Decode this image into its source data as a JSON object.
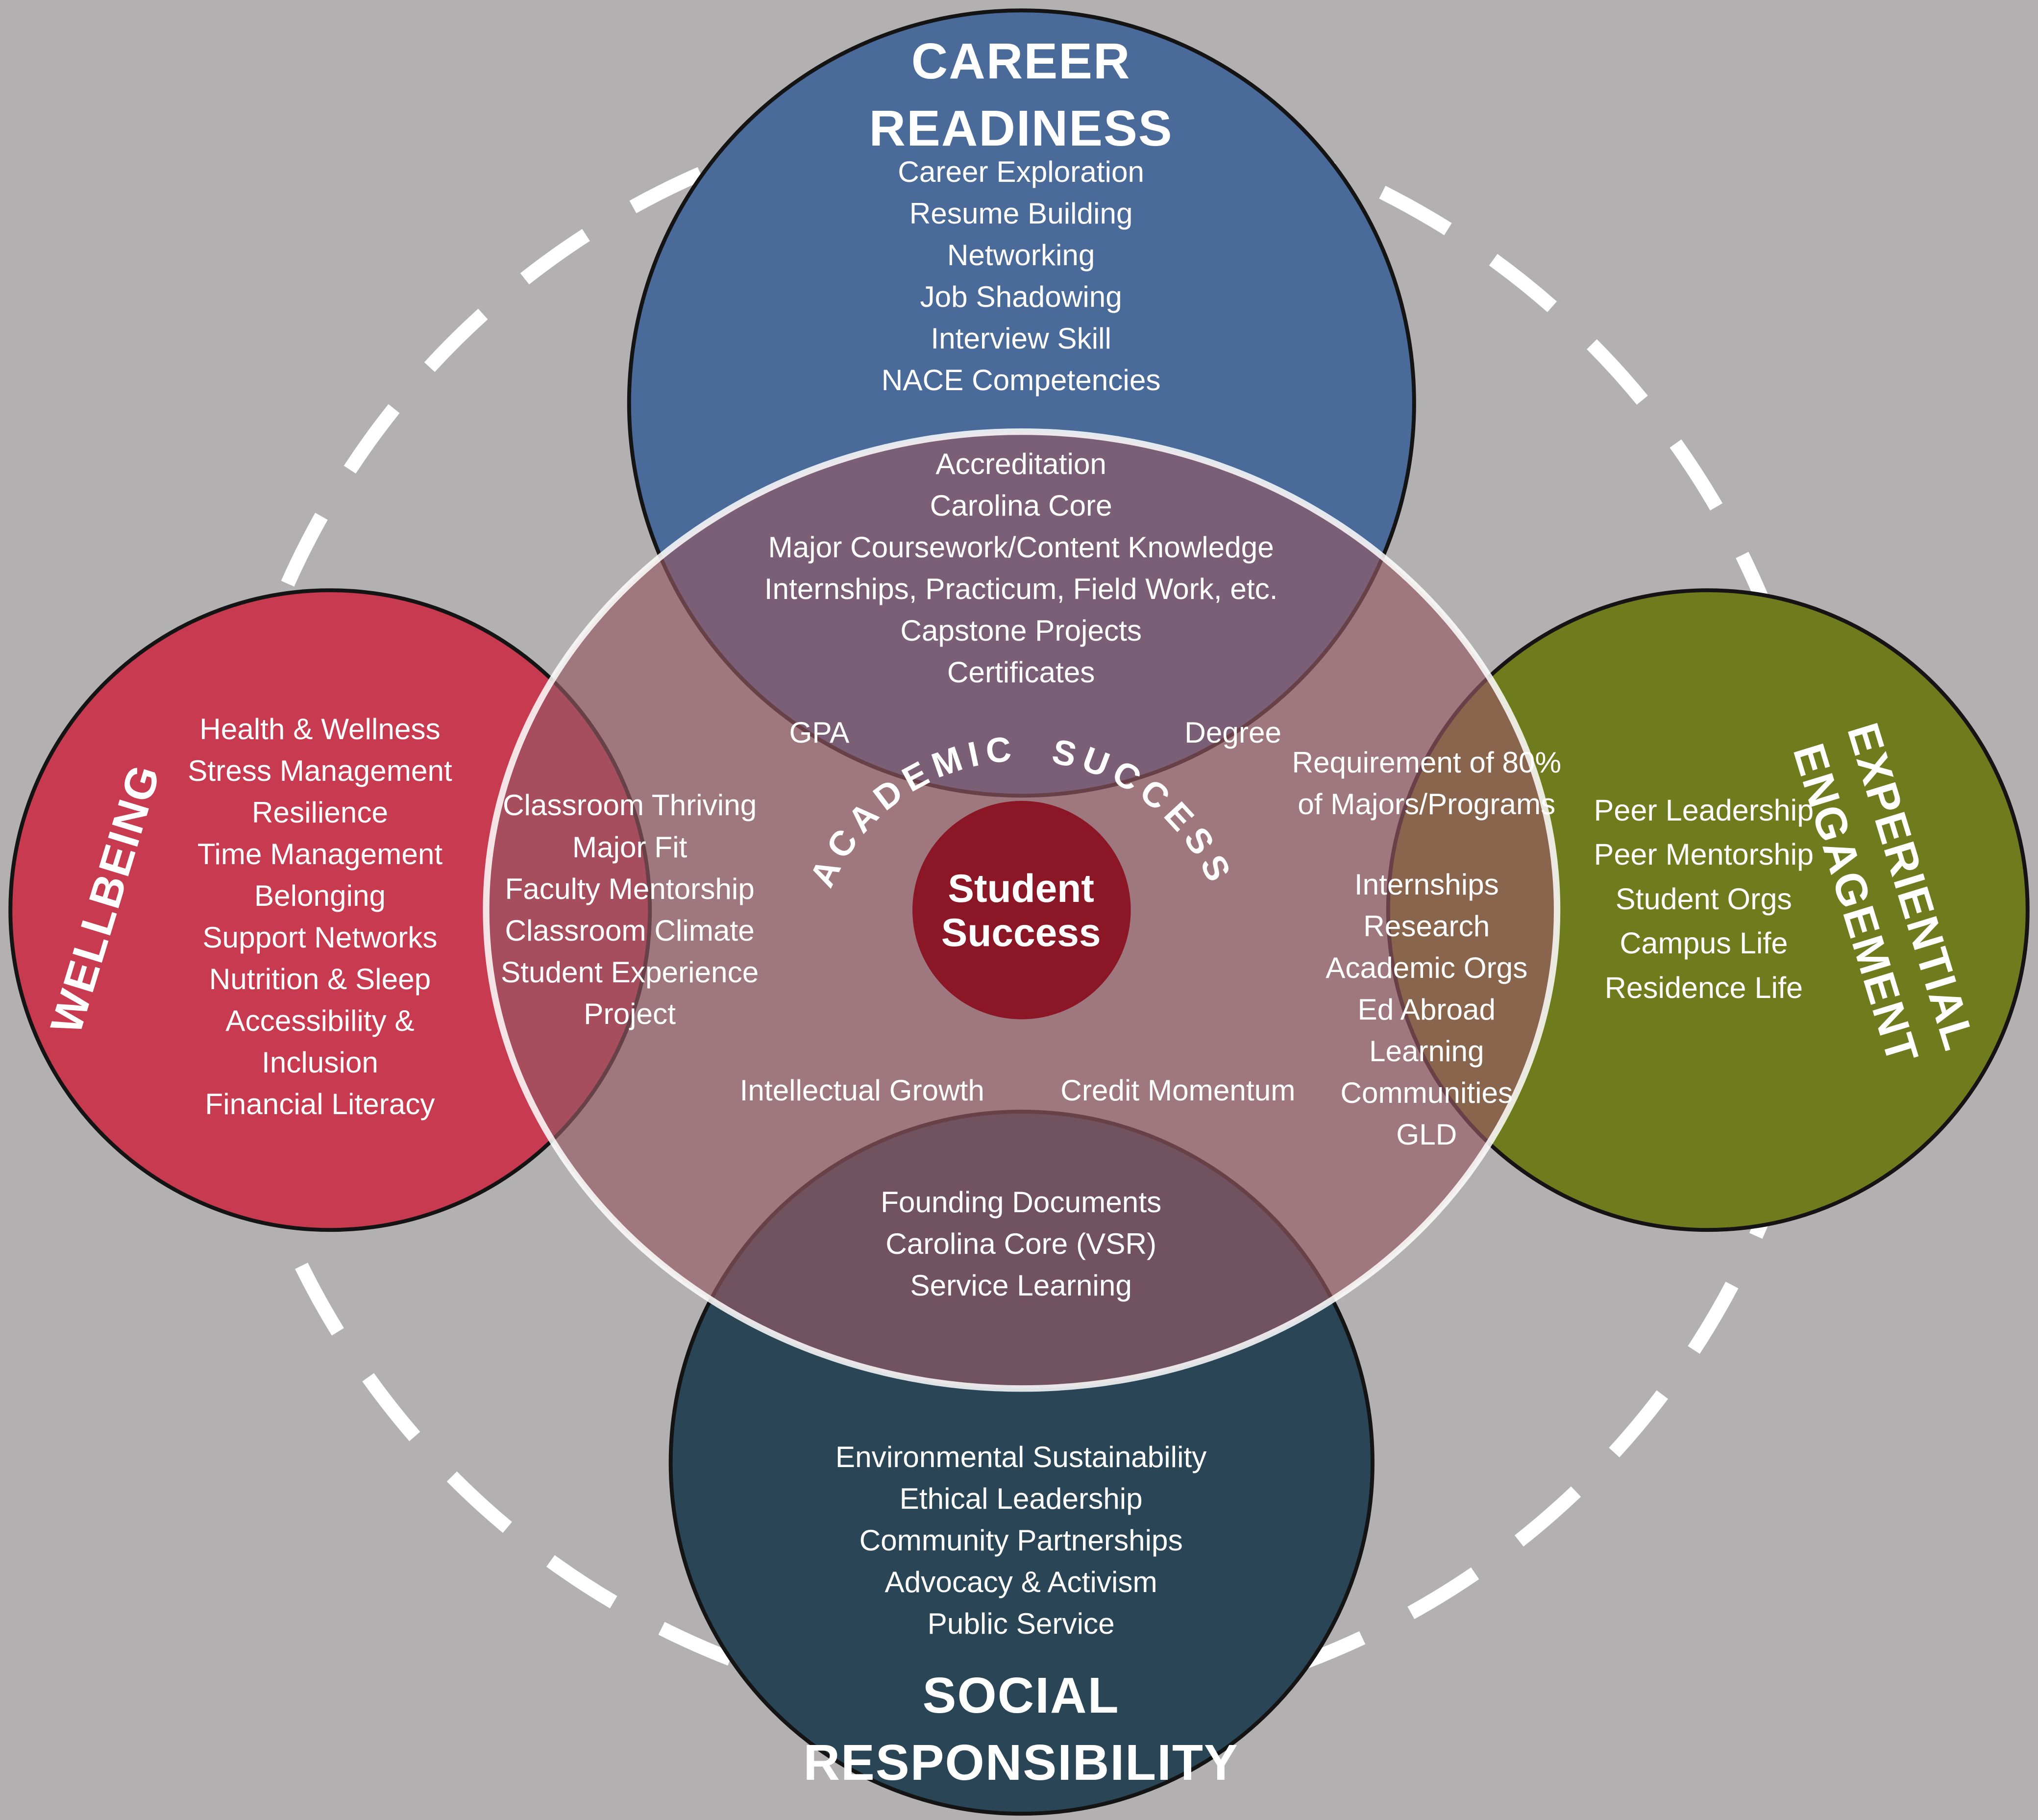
{
  "bg_color": "#b2b0b0",
  "palette": {
    "career_blue": "#4a6a99",
    "wellbeing_red": "#c73a50",
    "experiential_green": "#6f7c1e",
    "social_teal": "#2a4656",
    "academic_mauve": "rgba(148,90,100,0.66)",
    "student_garnet": "#8b1626",
    "dash_white": "#ffffff"
  },
  "career": {
    "title": [
      "CAREER",
      "READINESS"
    ],
    "items": [
      "Career Exploration",
      "Resume Building",
      "Networking",
      "Job Shadowing",
      "Interview Skill",
      "NACE Competencies"
    ]
  },
  "career_academic_overlap": {
    "items": [
      "Accreditation",
      "Carolina Core",
      "Major Coursework/Content Knowledge",
      "Internships, Practicum, Field Work, etc.",
      "Capstone Projects",
      "Certificates"
    ]
  },
  "wellbeing": {
    "title": "WELLBEING",
    "items": [
      "Health & Wellness",
      "Stress Management",
      "Resilience",
      "Time Management",
      "Belonging",
      "Support Networks",
      "Nutrition & Sleep",
      "Accessibility &",
      "Inclusion",
      "Financial Literacy"
    ]
  },
  "wellbeing_academic_overlap": {
    "items": [
      "Classroom Thriving",
      "Major Fit",
      "Faculty Mentorship",
      "Classroom Climate",
      "Student Experience",
      "Project"
    ]
  },
  "experiential": {
    "title": [
      "EXPERIENTIAL",
      "ENGAGEMENT"
    ],
    "items": [
      "Peer Leadership",
      "Peer Mentorship",
      "Student Orgs",
      "Campus Life",
      "Residence Life"
    ]
  },
  "experiential_academic_overlap": {
    "requirement": [
      "Requirement of 80%",
      "of Majors/Programs"
    ],
    "items": [
      "Internships",
      "Research",
      "Academic Orgs",
      "Ed Abroad",
      "Learning",
      "Communities",
      "GLD"
    ]
  },
  "social": {
    "title": [
      "SOCIAL",
      "RESPONSIBILITY"
    ],
    "items": [
      "Environmental Sustainability",
      "Ethical Leadership",
      "Community Partnerships",
      "Advocacy & Activism",
      "Public Service"
    ]
  },
  "social_academic_overlap": {
    "items": [
      "Founding Documents",
      "Carolina Core (VSR)",
      "Service Learning"
    ]
  },
  "academic": {
    "ring_label": "ACADEMIC SUCCESS",
    "corners": {
      "top_left": "GPA",
      "top_right": "Degree",
      "bottom_left": "Intellectual Growth",
      "bottom_right": "Credit Momentum"
    }
  },
  "student": {
    "title": [
      "Student",
      "Success"
    ]
  }
}
